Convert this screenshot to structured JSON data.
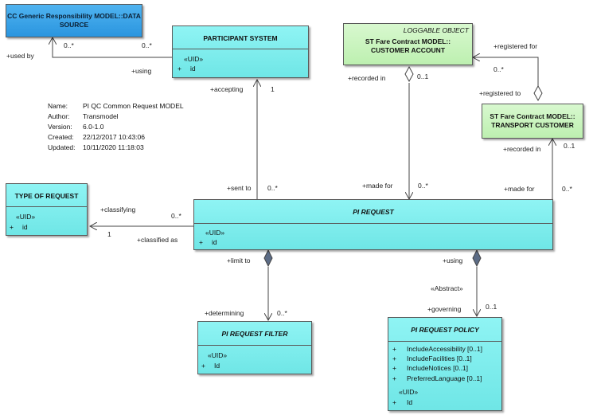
{
  "classes": {
    "data_source": {
      "title_l1": "CC Generic Responsibility MODEL::DATA",
      "title_l2": "SOURCE"
    },
    "participant_system": {
      "title": "PARTICIPANT SYSTEM",
      "stereotype": "«UID»",
      "attr_vis": "+",
      "attr_name": "id"
    },
    "customer_account": {
      "stereo": "LOGGABLE OBJECT",
      "title_l1": "ST Fare Contract MODEL::",
      "title_l2": "CUSTOMER ACCOUNT"
    },
    "transport_customer": {
      "title_l1": "ST Fare Contract MODEL::",
      "title_l2": "TRANSPORT CUSTOMER"
    },
    "type_of_request": {
      "title": "TYPE OF REQUEST",
      "stereotype": "«UID»",
      "attr_vis": "+",
      "attr_name": "id"
    },
    "pi_request": {
      "title": "PI REQUEST",
      "stereotype": "«UID»",
      "attr_vis": "+",
      "attr_name": "id"
    },
    "pi_request_filter": {
      "title": "PI REQUEST FILTER",
      "stereotype": "«UID»",
      "attr_vis": "+",
      "attr_name": "Id"
    },
    "pi_request_policy": {
      "title": "PI REQUEST POLICY",
      "attrs": [
        {
          "vis": "+",
          "name": "IncludeAccessibility [0..1]"
        },
        {
          "vis": "+",
          "name": "IncludeFacilities [0..1]"
        },
        {
          "vis": "+",
          "name": "IncludeNotices [0..1]"
        },
        {
          "vis": "+",
          "name": "PreferredLanguage [0..1]"
        }
      ],
      "stereotype": "«UID»",
      "attr_vis": "+",
      "attr_name": "Id"
    }
  },
  "metadata": {
    "name_label": "Name:",
    "name_value": "PI QC Common Request MODEL",
    "author_label": "Author:",
    "author_value": "Transmodel",
    "version_label": "Version:",
    "version_value": "6.0-1.0",
    "created_label": "Created:",
    "created_value": "22/12/2017 10:43:06",
    "updated_label": "Updated:",
    "updated_value": "10/11/2020 11:18:03"
  },
  "labels": {
    "used_by": "+used by",
    "ds_mult": "0..*",
    "ps_mult": "0..*",
    "using1": "+using",
    "accepting": "+accepting",
    "accepting_mult": "1",
    "sent_to": "+sent to",
    "sent_to_mult": "0..*",
    "recorded_in_1": "+recorded in",
    "recorded_mult_1": "0..1",
    "made_for_1": "+made for",
    "made_for_mult_1": "0..*",
    "registered_for": "+registered for",
    "registered_for_mult": "0..*",
    "registered_to": "+registered to",
    "recorded_in_2": "+recorded in",
    "recorded_mult_2": "0..1",
    "made_for_2": "+made for",
    "made_for_mult_2": "0..*",
    "classifying": "+classifying",
    "classifying_mult": "0..*",
    "classified_as": "+classified as",
    "classified_mult": "1",
    "limit_to": "+limit to",
    "determining": "+determining",
    "determining_mult": "0..*",
    "using2": "+using",
    "abstract": "«Abstract»",
    "governing": "+governing",
    "governing_mult": "0..1"
  }
}
